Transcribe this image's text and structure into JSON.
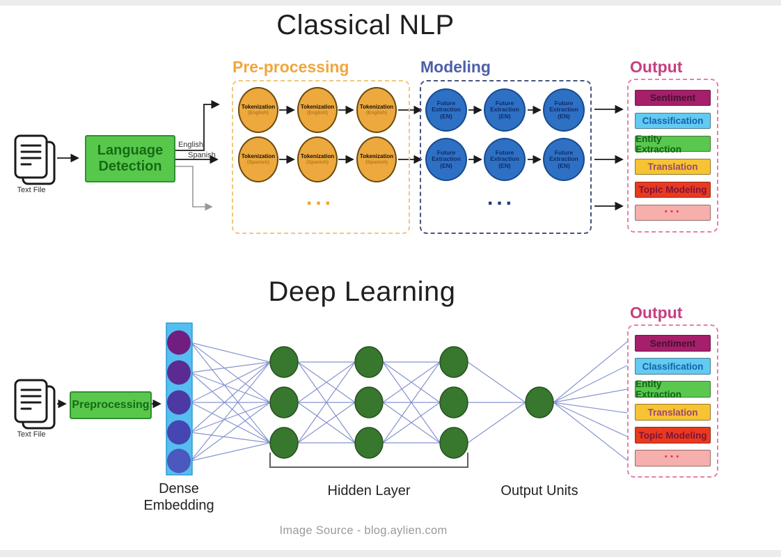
{
  "colors": {
    "green_box": "#58C84C",
    "orange_node": "#EDA93E",
    "blue_node": "#2E70C4",
    "dense_embedding_bg": "#55BEF0",
    "hidden_node": "#38772E",
    "connection_line": "#7585C9",
    "preprocessing_accent": "#F0A63C",
    "modeling_accent": "#4C5FA8",
    "output_accent": "#C73E7F"
  },
  "classical": {
    "title": "Classical NLP",
    "input_label": "Text File",
    "language_detection": "Language Detection",
    "branch_english": "English",
    "branch_spanish": "Spanish",
    "preprocessing": {
      "title": "Pre-processing",
      "node_english": {
        "name": "Tokenization",
        "lang": "(English)"
      },
      "node_spanish": {
        "name": "Tokenization",
        "lang": "(Spanish)"
      },
      "ellipsis": "..."
    },
    "modeling": {
      "title": "Modeling",
      "node": {
        "line1": "Future",
        "line2": "Extraction",
        "line3": "(EN)"
      },
      "ellipsis": "..."
    }
  },
  "output_panel": {
    "title": "Output",
    "items": [
      {
        "label": "Sentiment",
        "bg": "#A61F6B"
      },
      {
        "label": "Classification",
        "bg": "#62CBF2"
      },
      {
        "label": "Entity Extraction",
        "bg": "#58C84F"
      },
      {
        "label": "Translation",
        "bg": "#F6C433"
      },
      {
        "label": "Topic Modeling",
        "bg": "#E93A1F"
      },
      {
        "label": "...",
        "bg": "#F6AFAC"
      }
    ]
  },
  "deep": {
    "title": "Deep Learning",
    "input_label": "Text File",
    "preprocessing": "Preprocessing",
    "dense_embedding": "Dense Embedding",
    "hidden_layer": "Hidden Layer",
    "output_units": "Output Units"
  },
  "caption": "Image Source - blog.aylien.com"
}
